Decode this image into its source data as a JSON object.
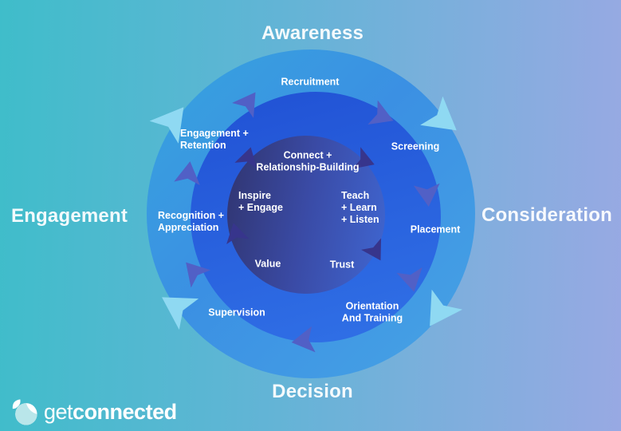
{
  "colors": {
    "background_left": "#3fbdca",
    "background_right": "#98a9e3",
    "outer_ring": "#3b90e3",
    "middle_ring": "#2f6ee5",
    "inner_left": "#323878",
    "inner_right": "#3f64ce",
    "outer_arrow": "#8fd9f2",
    "middle_arrow": "#5160c6",
    "inner_arrow": "#37358c"
  },
  "diagram": {
    "outer_labels": {
      "top": "Awareness",
      "right": "Consideration",
      "bottom": "Decision",
      "left": "Engagement"
    },
    "ring_labels": {
      "recruitment": "Recruitment",
      "screening": "Screening",
      "placement": "Placement",
      "orientation_training": "Orientation\nAnd Training",
      "supervision": "Supervision",
      "recognition_appreciation": "Recognition +\nAppreciation",
      "engagement_retention": "Engagement +\nRetention"
    },
    "inner_labels": {
      "connect": "Connect +\nRelationship-Building",
      "teach": "Teach\n+ Learn\n+ Listen",
      "trust": "Trust",
      "value": "Value",
      "inspire": "Inspire\n+ Engage"
    }
  },
  "logo": {
    "prefix": "get",
    "suffix": "connected"
  }
}
